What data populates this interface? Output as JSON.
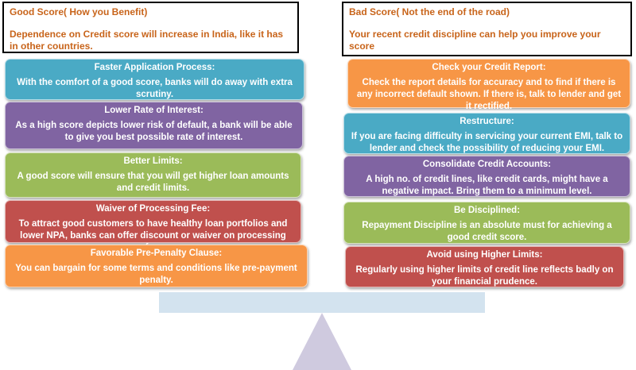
{
  "good": {
    "header": {
      "title": "Good Score( How you Benefit)",
      "text": "Dependence on Credit score will increase in India, like it has in other countries."
    },
    "cards": [
      {
        "title": "Faster Application Process:",
        "text": "With the comfort of a good score, banks will do away with extra scrutiny."
      },
      {
        "title": "Lower Rate of Interest:",
        "text": "As a high score depicts lower risk of default, a bank will be able to give you best possible rate of interest."
      },
      {
        "title": "Better Limits:",
        "text": "A good score will ensure that you will get higher loan amounts and credit limits."
      },
      {
        "title": "Waiver of Processing Fee:",
        "text": "To attract good customers to have healthy  loan portfolios and lower NPA, banks can offer discount or waiver on processing fee."
      },
      {
        "title": "Favorable Pre-Penalty Clause:",
        "text": "You can bargain for  some terms and conditions like pre-payment penalty."
      }
    ]
  },
  "bad": {
    "header": {
      "title": "Bad Score( Not the end of the road)",
      "text": "Your recent credit discipline can help you improve your score"
    },
    "cards": [
      {
        "title": "Check your Credit Report:",
        "text": "Check the report details for accuracy and to find if there is any incorrect default shown. If there is, talk to lender and get it rectified."
      },
      {
        "title": "Restructure:",
        "text": "If you are facing difficulty in servicing your current EMI, talk to lender and check the possibility of reducing your  EMI."
      },
      {
        "title": "Consolidate Credit Accounts:",
        "text": "A high no. of credit lines, like credit cards, might have a negative impact. Bring them to a minimum level."
      },
      {
        "title": "Be Disciplined:",
        "text": "Repayment Discipline is an absolute must for  achieving a good credit score."
      },
      {
        "title": "Avoid using Higher Limits:",
        "text": "Regularly using higher limits of credit line reflects badly on your financial prudence."
      }
    ]
  },
  "colors": {
    "header_text": "#c8641a",
    "blue": "#4aaac5",
    "purple": "#8064a2",
    "green": "#9bbb59",
    "red": "#c0504d",
    "orange": "#f79646",
    "plank": "#d3e3ef",
    "fulcrum": "#cfcadf"
  }
}
